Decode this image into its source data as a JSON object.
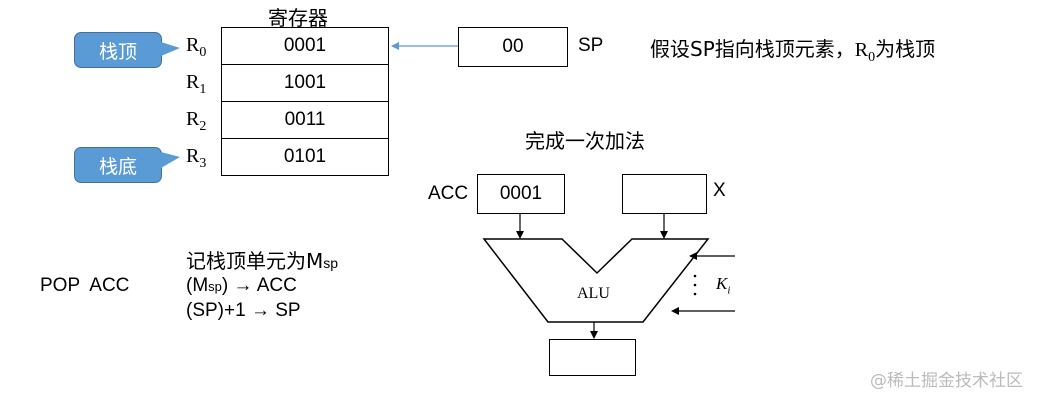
{
  "register_file": {
    "title": "寄存器",
    "registers": [
      {
        "name": "R",
        "index": "0",
        "value": "0001"
      },
      {
        "name": "R",
        "index": "1",
        "value": "1001"
      },
      {
        "name": "R",
        "index": "2",
        "value": "0011"
      },
      {
        "name": "R",
        "index": "3",
        "value": "0101"
      }
    ]
  },
  "callouts": {
    "top": "栈顶",
    "bottom": "栈底"
  },
  "sp": {
    "value": "00",
    "label": "SP"
  },
  "assumption": {
    "prefix": "假设SP指向栈顶元素，",
    "reg": "R",
    "reg_index": "0",
    "suffix": "为栈顶"
  },
  "alu_section": {
    "title": "完成一次加法",
    "acc_label": "ACC",
    "acc_value": "0001",
    "x_label": "X",
    "x_value": "",
    "alu_label": "ALU",
    "k_label": "K",
    "k_sub": "i",
    "output_value": ""
  },
  "instruction": {
    "label": "POP  ACC",
    "note_prefix": "记栈顶单元为M",
    "note_sub": "sp",
    "step1_pre": "(M",
    "step1_sub": "sp",
    "step1_post": ") → ACC",
    "step2": "(SP)+1 → SP"
  },
  "watermark": "@稀土掘金技术社区",
  "colors": {
    "callout_fill": "#5b9bd5",
    "arrow_blue": "#5b9bd5"
  }
}
